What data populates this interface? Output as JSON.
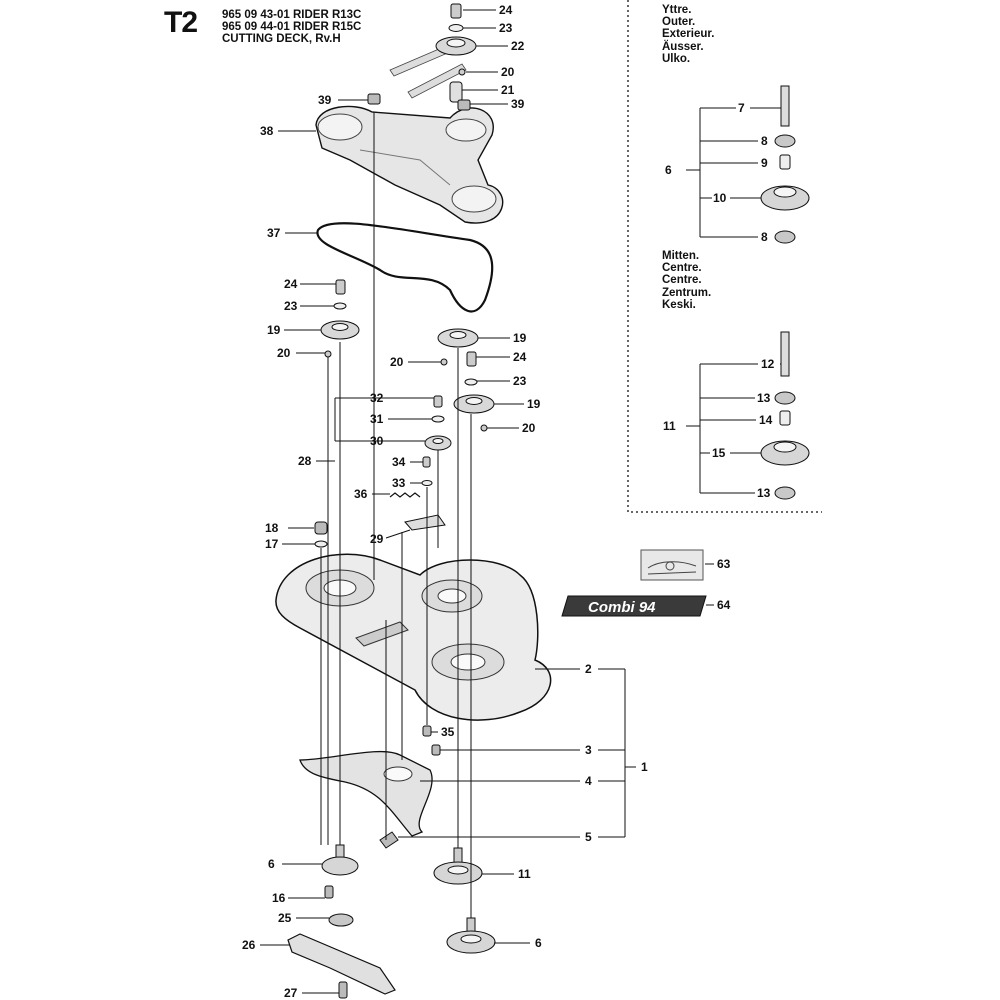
{
  "header": {
    "code": "T2",
    "lines": [
      "965 09 43-01 RIDER R13C",
      "965 09 44-01 RIDER R15C",
      "CUTTING DECK, Rv.H"
    ]
  },
  "outer_section": {
    "labels": [
      "Yttre.",
      "Outer.",
      "Exterieur.",
      "Äusser.",
      "Ulko."
    ]
  },
  "center_section": {
    "labels": [
      "Mitten.",
      "Centre.",
      "Centre.",
      "Zentrum.",
      "Keski."
    ]
  },
  "decal_text": "Combi 94",
  "callouts": [
    {
      "id": "c24a",
      "text": "24",
      "name": "callout-24-top-bolt"
    },
    {
      "id": "c23a",
      "text": "23",
      "name": "callout-23-top-washer"
    },
    {
      "id": "c22",
      "text": "22",
      "name": "callout-22-top-pulley"
    },
    {
      "id": "c20a",
      "text": "20",
      "name": "callout-20-top-key"
    },
    {
      "id": "c21",
      "text": "21",
      "name": "callout-21-spacer"
    },
    {
      "id": "c39a",
      "text": "39",
      "name": "callout-39-left-screw"
    },
    {
      "id": "c39b",
      "text": "39",
      "name": "callout-39-right-screw"
    },
    {
      "id": "c38",
      "text": "38",
      "name": "callout-38-belt-cover"
    },
    {
      "id": "c37",
      "text": "37",
      "name": "callout-37-belt"
    },
    {
      "id": "c24b",
      "text": "24",
      "name": "callout-24-left-bolt"
    },
    {
      "id": "c23b",
      "text": "23",
      "name": "callout-23-left-washer"
    },
    {
      "id": "c19a",
      "text": "19",
      "name": "callout-19-left-pulley"
    },
    {
      "id": "c20b",
      "text": "20",
      "name": "callout-20-left-key"
    },
    {
      "id": "c19b",
      "text": "19",
      "name": "callout-19-center-pulley"
    },
    {
      "id": "c20c",
      "text": "20",
      "name": "callout-20-center-key"
    },
    {
      "id": "c24c",
      "text": "24",
      "name": "callout-24-right-bolt"
    },
    {
      "id": "c23c",
      "text": "23",
      "name": "callout-23-right-washer"
    },
    {
      "id": "c19c",
      "text": "19",
      "name": "callout-19-right-pulley"
    },
    {
      "id": "c20d",
      "text": "20",
      "name": "callout-20-right-key"
    },
    {
      "id": "c32",
      "text": "32",
      "name": "callout-32-idler-bolt"
    },
    {
      "id": "c31",
      "text": "31",
      "name": "callout-31-idler-washer"
    },
    {
      "id": "c30",
      "text": "30",
      "name": "callout-30-idler-pulley"
    },
    {
      "id": "c28",
      "text": "28",
      "name": "callout-28-idler-assembly"
    },
    {
      "id": "c34",
      "text": "34",
      "name": "callout-34-arm-bolt"
    },
    {
      "id": "c33",
      "text": "33",
      "name": "callout-33-arm-washer"
    },
    {
      "id": "c36",
      "text": "36",
      "name": "callout-36-spring"
    },
    {
      "id": "c18",
      "text": "18",
      "name": "callout-18-nut"
    },
    {
      "id": "c17",
      "text": "17",
      "name": "callout-17-washer"
    },
    {
      "id": "c29",
      "text": "29",
      "name": "callout-29-idler-arm"
    },
    {
      "id": "c63",
      "text": "63",
      "name": "callout-63-decal-belt"
    },
    {
      "id": "c64",
      "text": "64",
      "name": "callout-64-decal-name"
    },
    {
      "id": "c2",
      "text": "2",
      "name": "callout-2-deck-housing"
    },
    {
      "id": "c1",
      "text": "1",
      "name": "callout-1-deck-assembly"
    },
    {
      "id": "c35",
      "text": "35",
      "name": "callout-35-deck-screw"
    },
    {
      "id": "c3",
      "text": "3",
      "name": "callout-3-deck-bolt"
    },
    {
      "id": "c4",
      "text": "4",
      "name": "callout-4-deflector"
    },
    {
      "id": "c5",
      "text": "5",
      "name": "callout-5-grip"
    },
    {
      "id": "c6a",
      "text": "6",
      "name": "callout-6-left-spindle"
    },
    {
      "id": "c11",
      "text": "11",
      "name": "callout-11-center-spindle"
    },
    {
      "id": "c16",
      "text": "16",
      "name": "callout-16-spindle-screw"
    },
    {
      "id": "c25",
      "text": "25",
      "name": "callout-25-blade-hub"
    },
    {
      "id": "c6b",
      "text": "6",
      "name": "callout-6-right-spindle"
    },
    {
      "id": "c26",
      "text": "26",
      "name": "callout-26-blade"
    },
    {
      "id": "c27",
      "text": "27",
      "name": "callout-27-blade-bolt"
    },
    {
      "id": "c7",
      "text": "7",
      "name": "callout-7-outer-shaft"
    },
    {
      "id": "c8a",
      "text": "8",
      "name": "callout-8-outer-bearing-top"
    },
    {
      "id": "c9",
      "text": "9",
      "name": "callout-9-outer-spacer"
    },
    {
      "id": "c6c",
      "text": "6",
      "name": "callout-6-outer-spindle-assembly"
    },
    {
      "id": "c10",
      "text": "10",
      "name": "callout-10-outer-housing"
    },
    {
      "id": "c8b",
      "text": "8",
      "name": "callout-8-outer-bearing-bottom"
    },
    {
      "id": "c12",
      "text": "12",
      "name": "callout-12-center-shaft"
    },
    {
      "id": "c13a",
      "text": "13",
      "name": "callout-13-center-bearing-top"
    },
    {
      "id": "c14",
      "text": "14",
      "name": "callout-14-center-spacer"
    },
    {
      "id": "c11b",
      "text": "11",
      "name": "callout-11-center-spindle-assembly"
    },
    {
      "id": "c15",
      "text": "15",
      "name": "callout-15-center-housing"
    },
    {
      "id": "c13b",
      "text": "13",
      "name": "callout-13-center-bearing-bottom"
    }
  ]
}
